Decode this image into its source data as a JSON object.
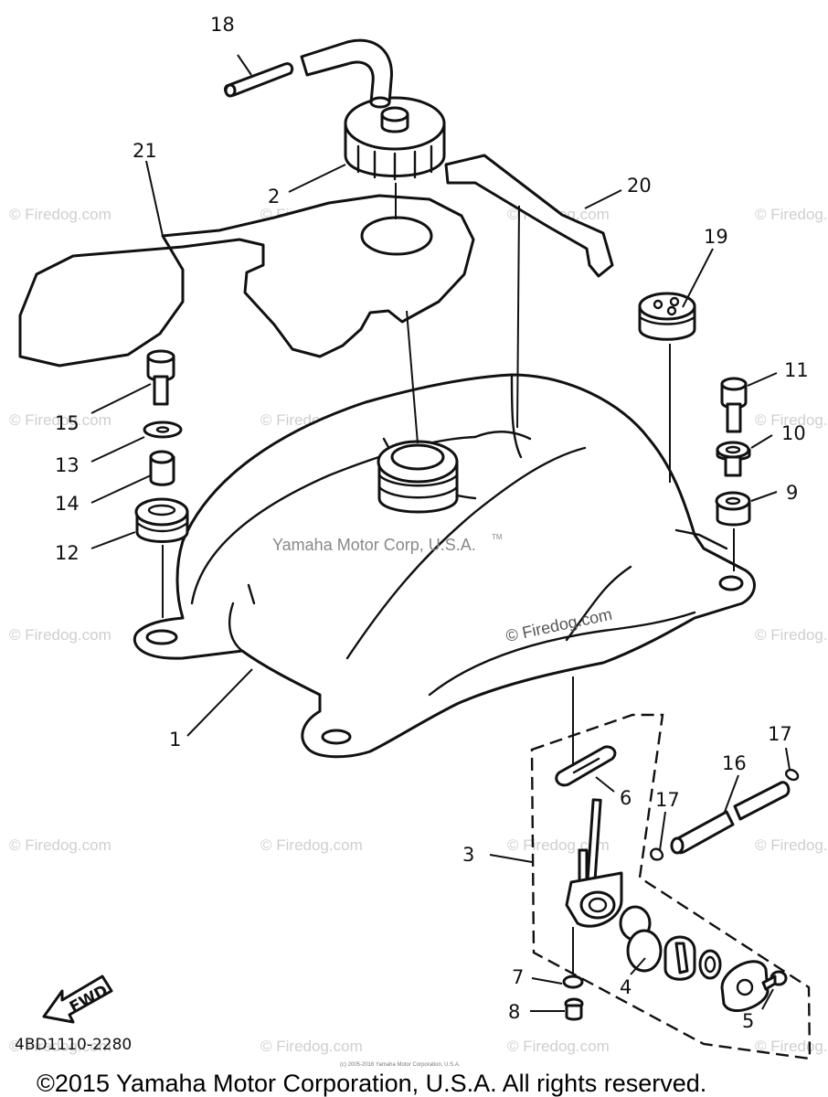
{
  "watermark": "© Firedog.com",
  "center_watermark": "Yamaha Motor Corp, U.S.A.",
  "center_watermark_tm": "TM",
  "firedog_mark": "© Firedog.com",
  "diagram_code": "4BD1110-2280",
  "fwd_label": "FWD",
  "copyright": "©2015 Yamaha Motor Corporation, U.S.A. All rights reserved.",
  "small_copyright": "(c) 2005-2016 Yamaha Motor Corporation, U.S.A.",
  "callouts": {
    "c1": "1",
    "c2": "2",
    "c3": "3",
    "c4": "4",
    "c5": "5",
    "c6": "6",
    "c7": "7",
    "c8": "8",
    "c9": "9",
    "c10": "10",
    "c11": "11",
    "c12": "12",
    "c13": "13",
    "c14": "14",
    "c15": "15",
    "c16": "16",
    "c17a": "17",
    "c17b": "17",
    "c18": "18",
    "c19": "19",
    "c20": "20",
    "c21": "21"
  }
}
